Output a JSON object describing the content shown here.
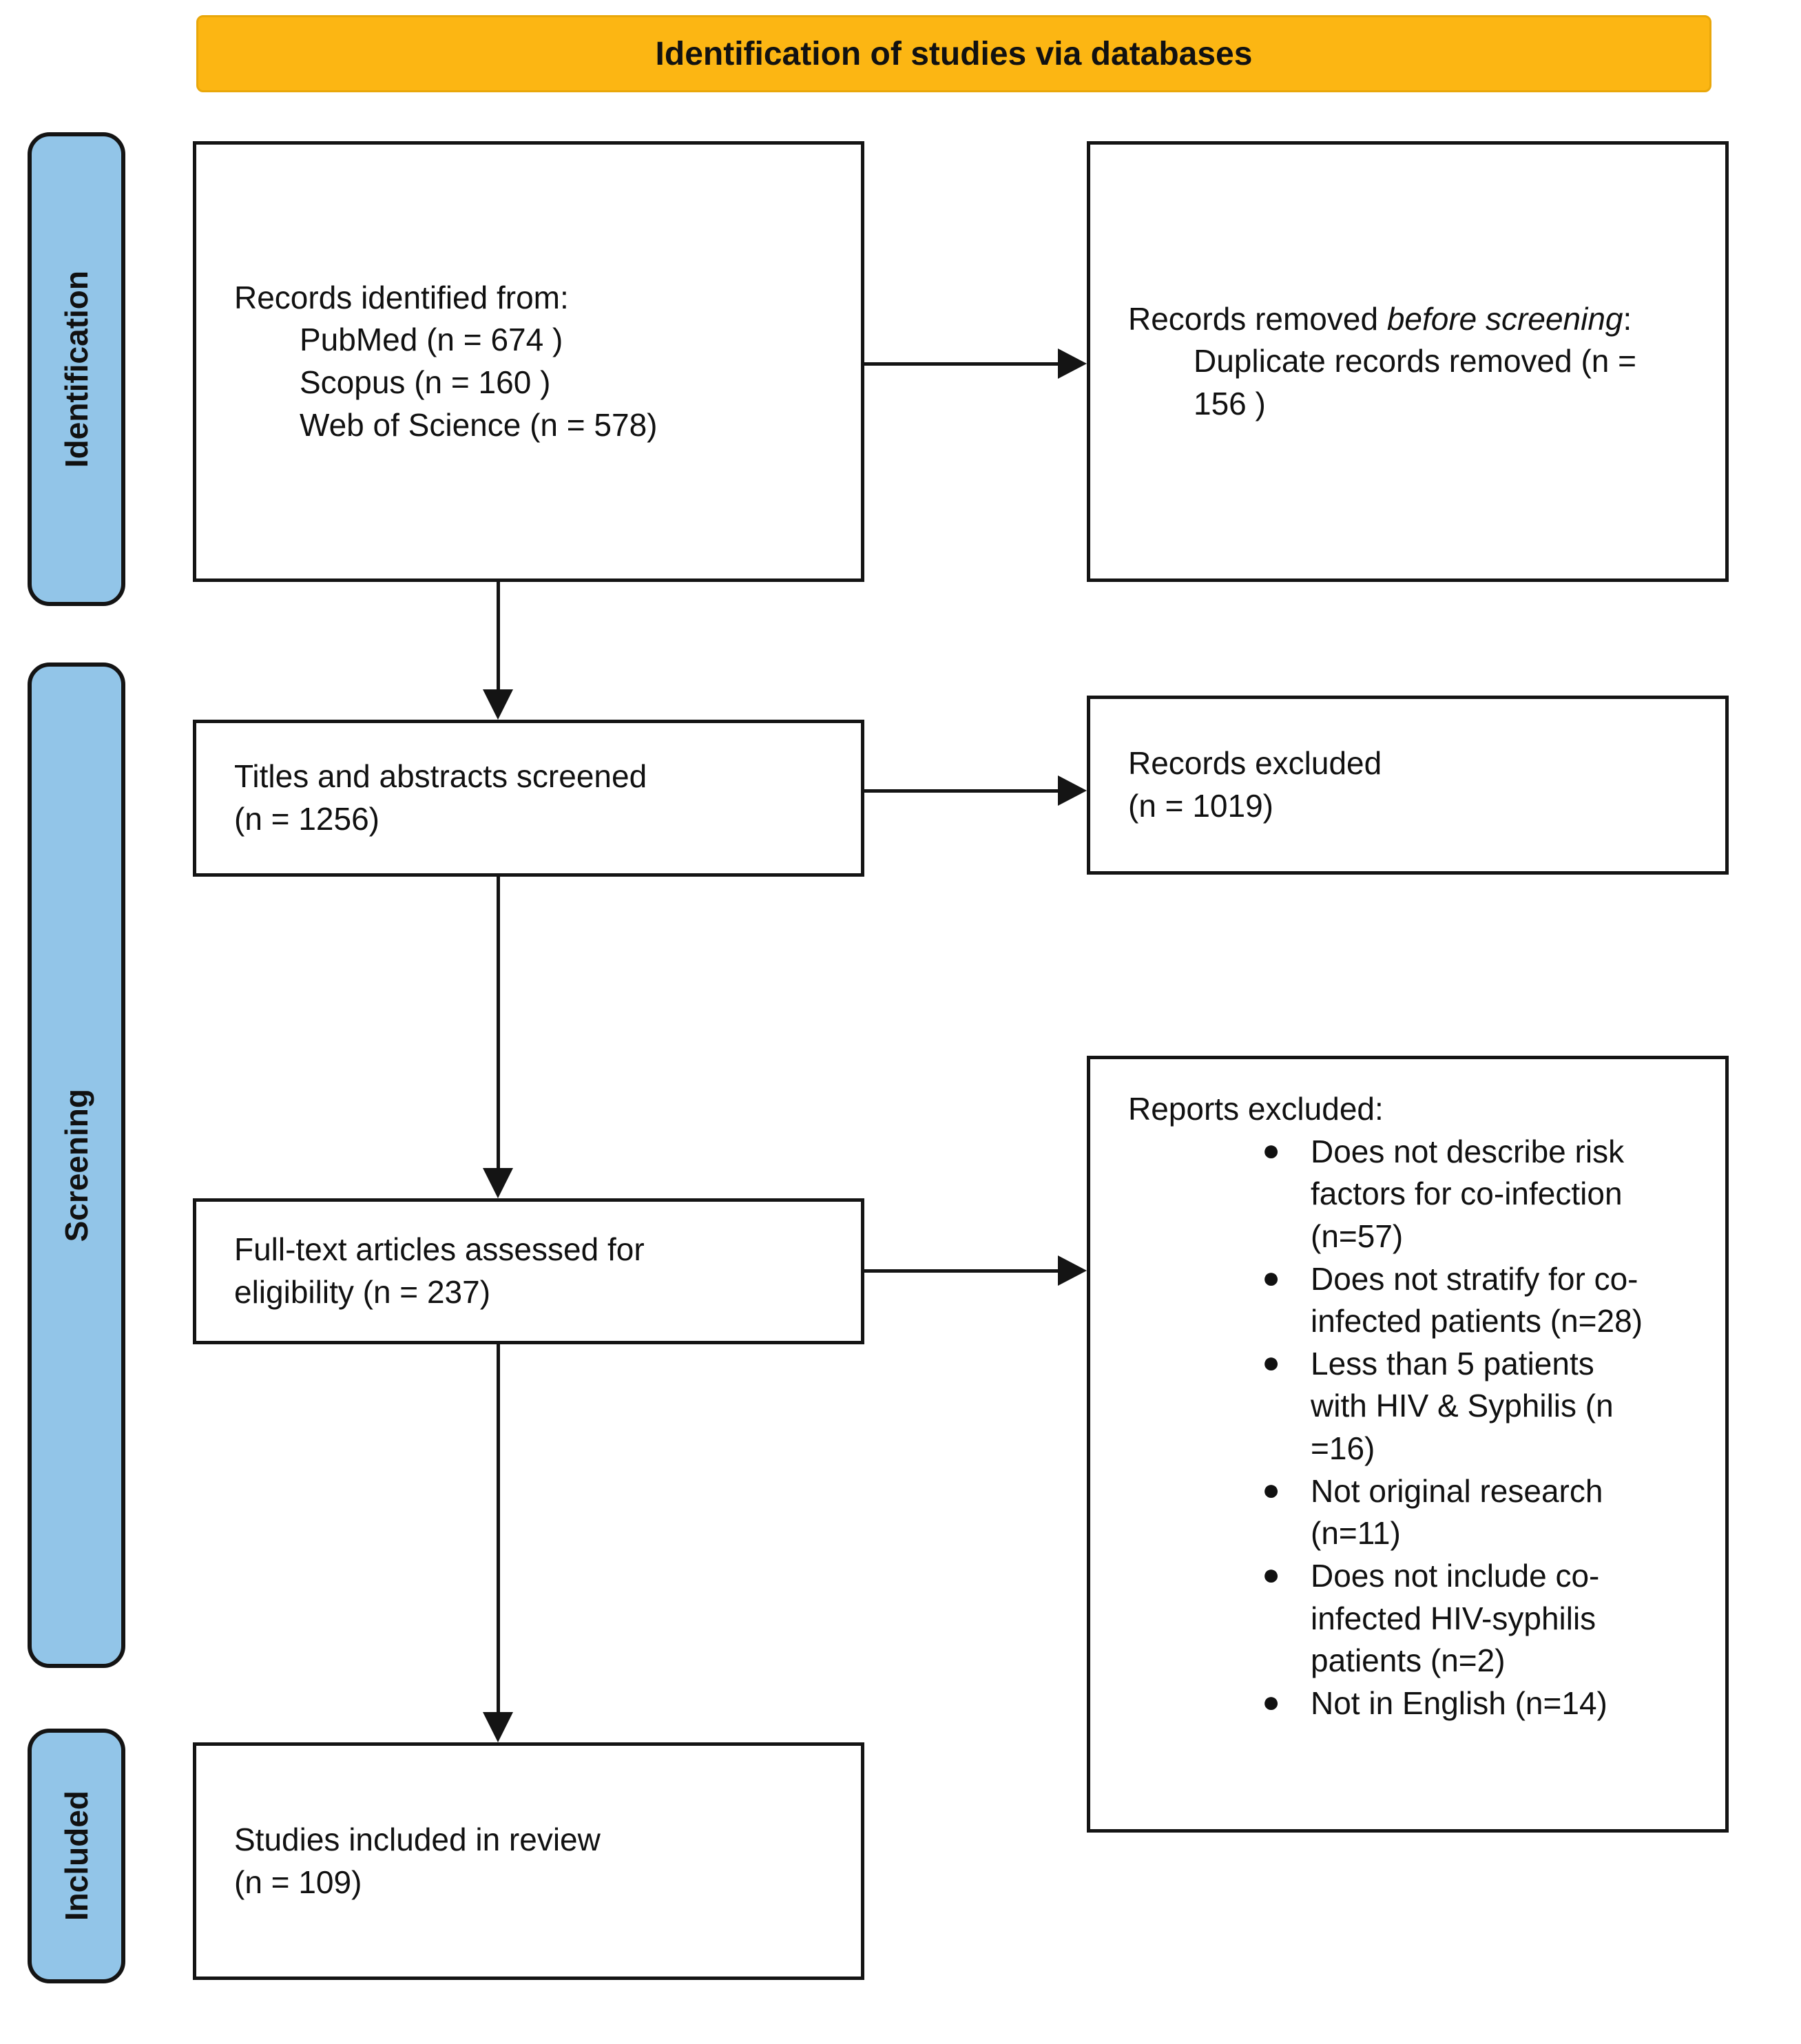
{
  "colors": {
    "banner_bg": "#FCB613",
    "stage_bg": "#92C5E8",
    "border": "#141414"
  },
  "banner": {
    "title": "Identification of studies via databases"
  },
  "stages": {
    "identification": "Identification",
    "screening": "Screening",
    "included": "Included"
  },
  "boxes": {
    "records_identified": {
      "title": "Records identified from:",
      "sources": [
        "PubMed (n = 674 )",
        "Scopus (n = 160 )",
        "Web of Science (n = 578)"
      ]
    },
    "records_removed": {
      "prefix": "Records removed ",
      "italic": "before screening",
      "suffix": ":",
      "detail": "Duplicate records removed (n = 156 )"
    },
    "titles_screened": {
      "line1": "Titles and abstracts screened",
      "line2": "(n = 1256)"
    },
    "records_excluded": {
      "line1": "Records excluded",
      "line2": "(n = 1019)"
    },
    "fulltext_assessed": {
      "line1": "Full-text articles assessed for",
      "line2": "eligibility (n = 237)"
    },
    "reports_excluded": {
      "title": "Reports excluded:",
      "items": [
        "Does not describe risk factors for co-infection (n=57)",
        "Does not stratify for co-infected patients (n=28)",
        "Less than 5 patients with HIV & Syphilis (n =16)",
        "Not original research (n=11)",
        "Does not include co-infected HIV-syphilis patients (n=2)",
        "Not in English (n=14)"
      ]
    },
    "studies_included": {
      "line1": "Studies included in review",
      "line2": "(n = 109)"
    }
  }
}
